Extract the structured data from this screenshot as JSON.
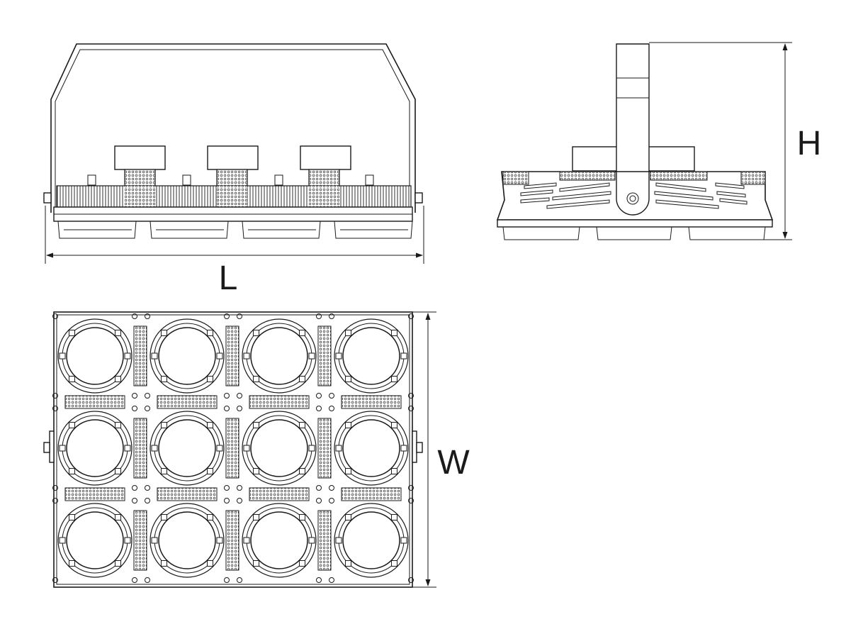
{
  "labels": {
    "length": "L",
    "height": "H",
    "width": "W"
  },
  "module_grid": {
    "columns": 4,
    "rows": 3
  }
}
